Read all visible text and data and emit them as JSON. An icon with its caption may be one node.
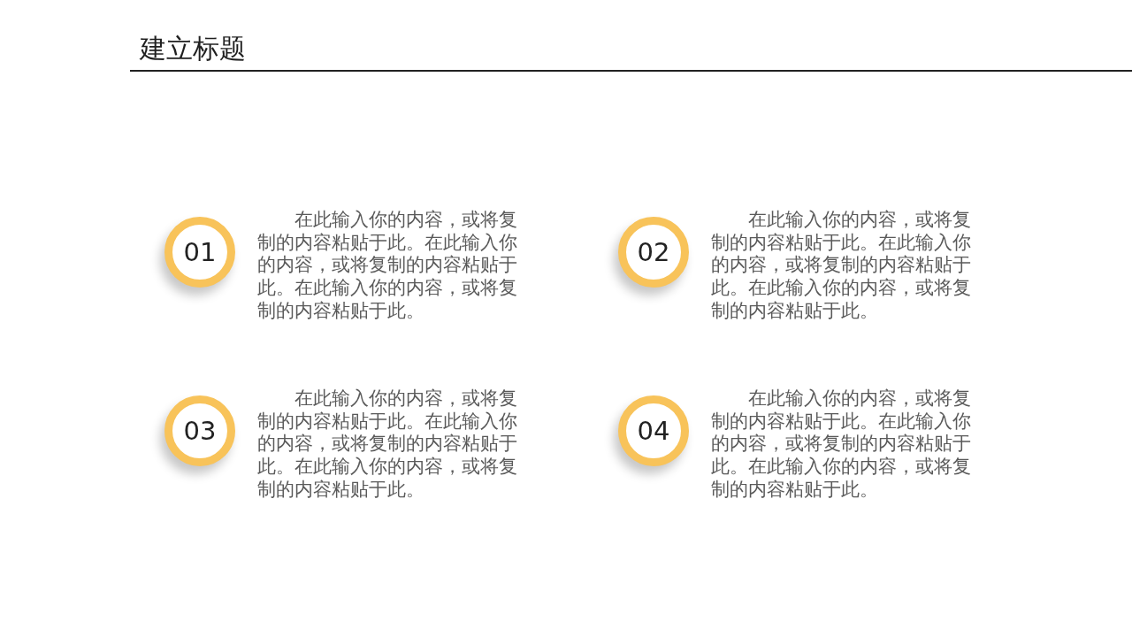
{
  "diagram": {
    "title": "建立标题",
    "nodes": [
      {
        "text": [
          "01"
        ],
        "beside": [
          "在此输入你的内容，或将复制的内容粘贴于此。在此输入你的内容，或将复制的内容粘贴于此。在此输入你的内容，或将复制的内容粘贴于此。"
        ]
      },
      {
        "text": [
          "02"
        ],
        "beside": [
          "在此输入你的内容，或将复制的内容粘贴于此。在此输入你的内容，或将复制的内容粘贴于此。在此输入你的内容，或将复制的内容粘贴于此。"
        ]
      },
      {
        "text": [
          "03"
        ],
        "beside": [
          "在此输入你的内容，或将复制的内容粘贴于此。在此输入你的内容，或将复制的内容粘贴于此。在此输入你的内容，或将复制的内容粘贴于此。"
        ]
      },
      {
        "text": [
          "04"
        ],
        "beside": [
          "在此输入你的内容，或将复制的内容粘贴于此。在此输入你的内容，或将复制的内容粘贴于此。在此输入你的内容，或将复制的内容粘贴于此。"
        ]
      }
    ]
  }
}
